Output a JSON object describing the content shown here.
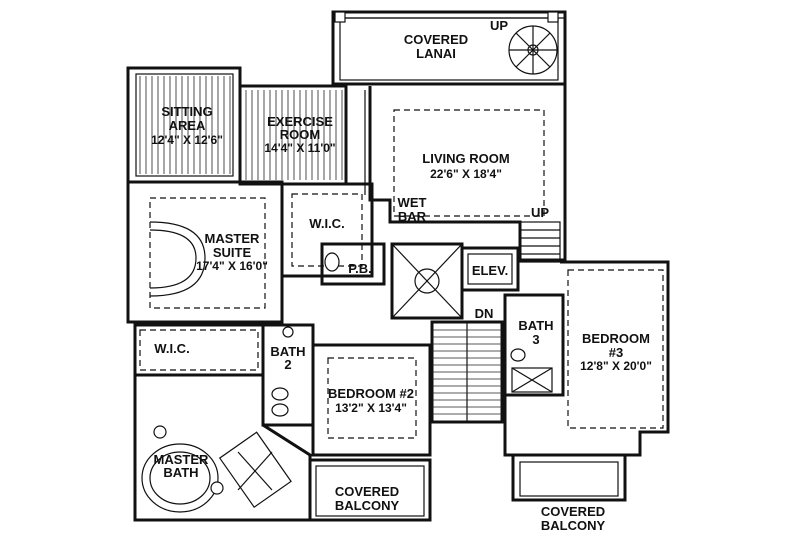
{
  "rooms": {
    "covered_lanai": [
      "COVERED",
      "LANAI"
    ],
    "sitting_area": [
      "SITTING",
      "AREA",
      "12'4\" X 12'6\""
    ],
    "exercise_room": [
      "EXERCISE",
      "ROOM",
      "14'4\" X 11'0\""
    ],
    "living_room": [
      "LIVING ROOM",
      "22'6\" X 18'4\""
    ],
    "wic_upper": "W.I.C.",
    "wet_bar": [
      "WET",
      "BAR"
    ],
    "master_suite": [
      "MASTER",
      "SUITE",
      "17'4\" X 16'0\""
    ],
    "pb": "P.B.",
    "elev": "ELEV.",
    "wic_lower": "W.I.C.",
    "bath2": [
      "BATH",
      "2"
    ],
    "bedroom2": [
      "BEDROOM #2",
      "13'2\" X 13'4\""
    ],
    "master_bath": [
      "MASTER",
      "BATH"
    ],
    "covered_balcony_left": [
      "COVERED",
      "BALCONY"
    ],
    "bath3": [
      "BATH",
      "3"
    ],
    "bedroom3": [
      "BEDROOM",
      "#3",
      "12'8\" X 20'0\""
    ],
    "covered_balcony_right": [
      "COVERED",
      "BALCONY"
    ]
  },
  "stairs": {
    "up_lanai": "UP",
    "up_living": "UP",
    "down": "DN"
  }
}
